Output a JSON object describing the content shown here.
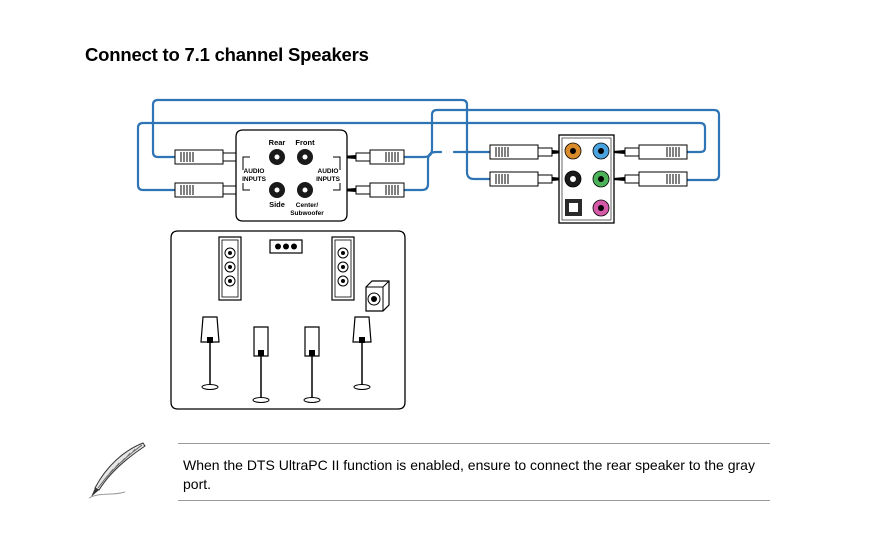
{
  "title": "Connect to 7.1 channel Speakers",
  "jack_panel": {
    "top_left_label": "Rear",
    "top_right_label": "Front",
    "bottom_left_label": "Side",
    "bottom_right_label_1": "Center/",
    "bottom_right_label_2": "Subwoofer",
    "left_inputs_1": "AUDIO",
    "left_inputs_2": "INPUTS",
    "right_inputs_1": "AUDIO",
    "right_inputs_2": "INPUTS"
  },
  "io_ports": {
    "colors": [
      "#d98b2b",
      "#4aa3df",
      "#1a1a1a",
      "#4db35a",
      "#d45aa8"
    ],
    "port_names": [
      "orange-port",
      "blue-port",
      "black-port",
      "green-port",
      "pink-port"
    ]
  },
  "cable_color": "#2f74b5",
  "note": {
    "text": "When the DTS UltraPC II function is enabled, ensure to connect the rear speaker to the gray port."
  }
}
